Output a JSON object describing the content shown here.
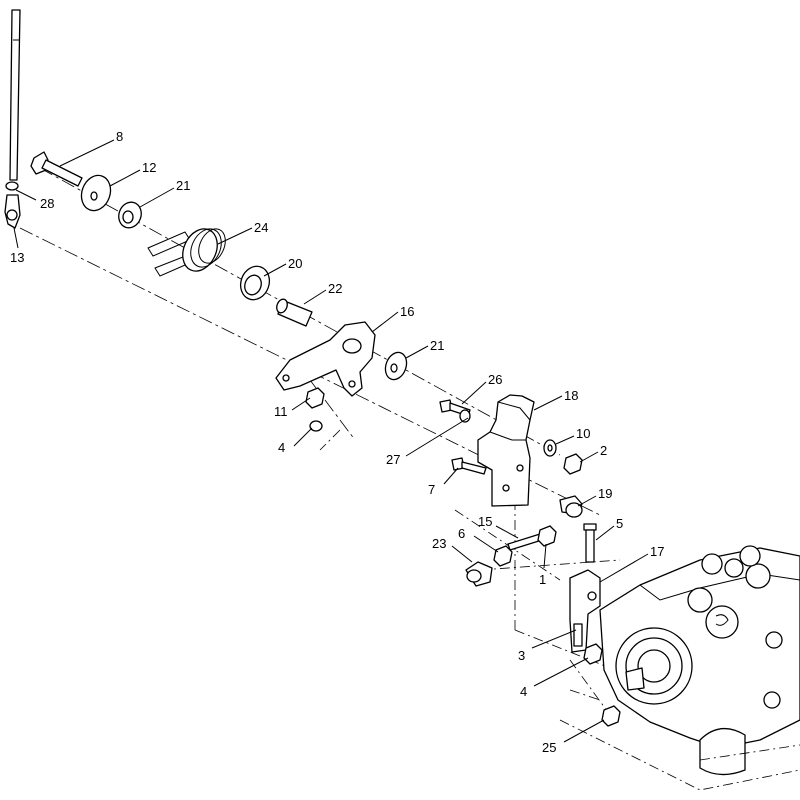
{
  "callouts": [
    {
      "id": "c1",
      "text": "1"
    },
    {
      "id": "c2",
      "text": "2"
    },
    {
      "id": "c3",
      "text": "3"
    },
    {
      "id": "c4a",
      "text": "4"
    },
    {
      "id": "c4b",
      "text": "4"
    },
    {
      "id": "c5",
      "text": "5"
    },
    {
      "id": "c6",
      "text": "6"
    },
    {
      "id": "c7",
      "text": "7"
    },
    {
      "id": "c8",
      "text": "8"
    },
    {
      "id": "c10",
      "text": "10"
    },
    {
      "id": "c11",
      "text": "11"
    },
    {
      "id": "c12",
      "text": "12"
    },
    {
      "id": "c13",
      "text": "13"
    },
    {
      "id": "c15",
      "text": "15"
    },
    {
      "id": "c16",
      "text": "16"
    },
    {
      "id": "c17",
      "text": "17"
    },
    {
      "id": "c18",
      "text": "18"
    },
    {
      "id": "c19",
      "text": "19"
    },
    {
      "id": "c20",
      "text": "20"
    },
    {
      "id": "c21a",
      "text": "21"
    },
    {
      "id": "c21b",
      "text": "21"
    },
    {
      "id": "c22",
      "text": "22"
    },
    {
      "id": "c23",
      "text": "23"
    },
    {
      "id": "c24",
      "text": "24"
    },
    {
      "id": "c25",
      "text": "25"
    },
    {
      "id": "c26",
      "text": "26"
    },
    {
      "id": "c27",
      "text": "27"
    },
    {
      "id": "c28",
      "text": "28"
    }
  ]
}
